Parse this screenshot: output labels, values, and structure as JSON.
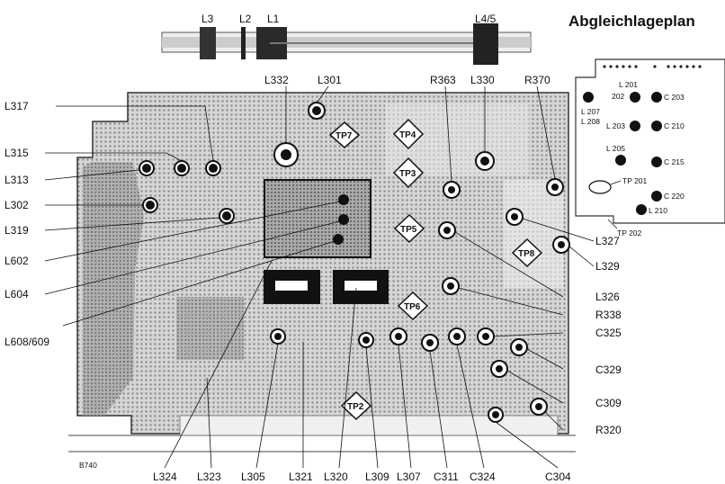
{
  "title": "Abgleichlageplan",
  "drawing_number": "B740",
  "coil_labels": {
    "l3": "L3",
    "l2": "L2",
    "l1": "L1",
    "l45": "L4/5"
  },
  "top_labels": {
    "l332": "L332",
    "l301": "L301",
    "r363": "R363",
    "l330": "L330",
    "r370": "R370"
  },
  "left_labels": {
    "l317": "L317",
    "l315": "L315",
    "l313": "L313",
    "l302": "L302",
    "l319": "L319",
    "l602": "L602",
    "l604": "L604",
    "l608": "L608/609"
  },
  "right_labels": {
    "l327": "L327",
    "l329": "L329",
    "l326": "L326",
    "r338": "R338",
    "c325": "C325",
    "c329": "C329",
    "c309": "C309",
    "r320": "R320"
  },
  "bottom_labels": {
    "l324": "L324",
    "l323": "L323",
    "l305": "L305",
    "l321": "L321",
    "l320": "L320",
    "l309": "L309",
    "l307": "L307",
    "c311": "C311",
    "c324": "C324",
    "c304": "C304"
  },
  "test_points": {
    "tp7": "TP7",
    "tp4": "TP4",
    "tp3": "TP3",
    "tp5": "TP5",
    "tp6": "TP6",
    "tp2": "TP2",
    "tp8": "TP8"
  },
  "inset_labels": {
    "l201": "L 201",
    "n202": "202",
    "c203": "C 203",
    "l207": "L 207",
    "l208": "L 208",
    "l203": "L 203",
    "c210": "C 210",
    "l205": "L 205",
    "c215": "C 215",
    "tp201": "TP 201",
    "c220": "C 220",
    "l210": "L 210",
    "tp202": "TP 202"
  }
}
